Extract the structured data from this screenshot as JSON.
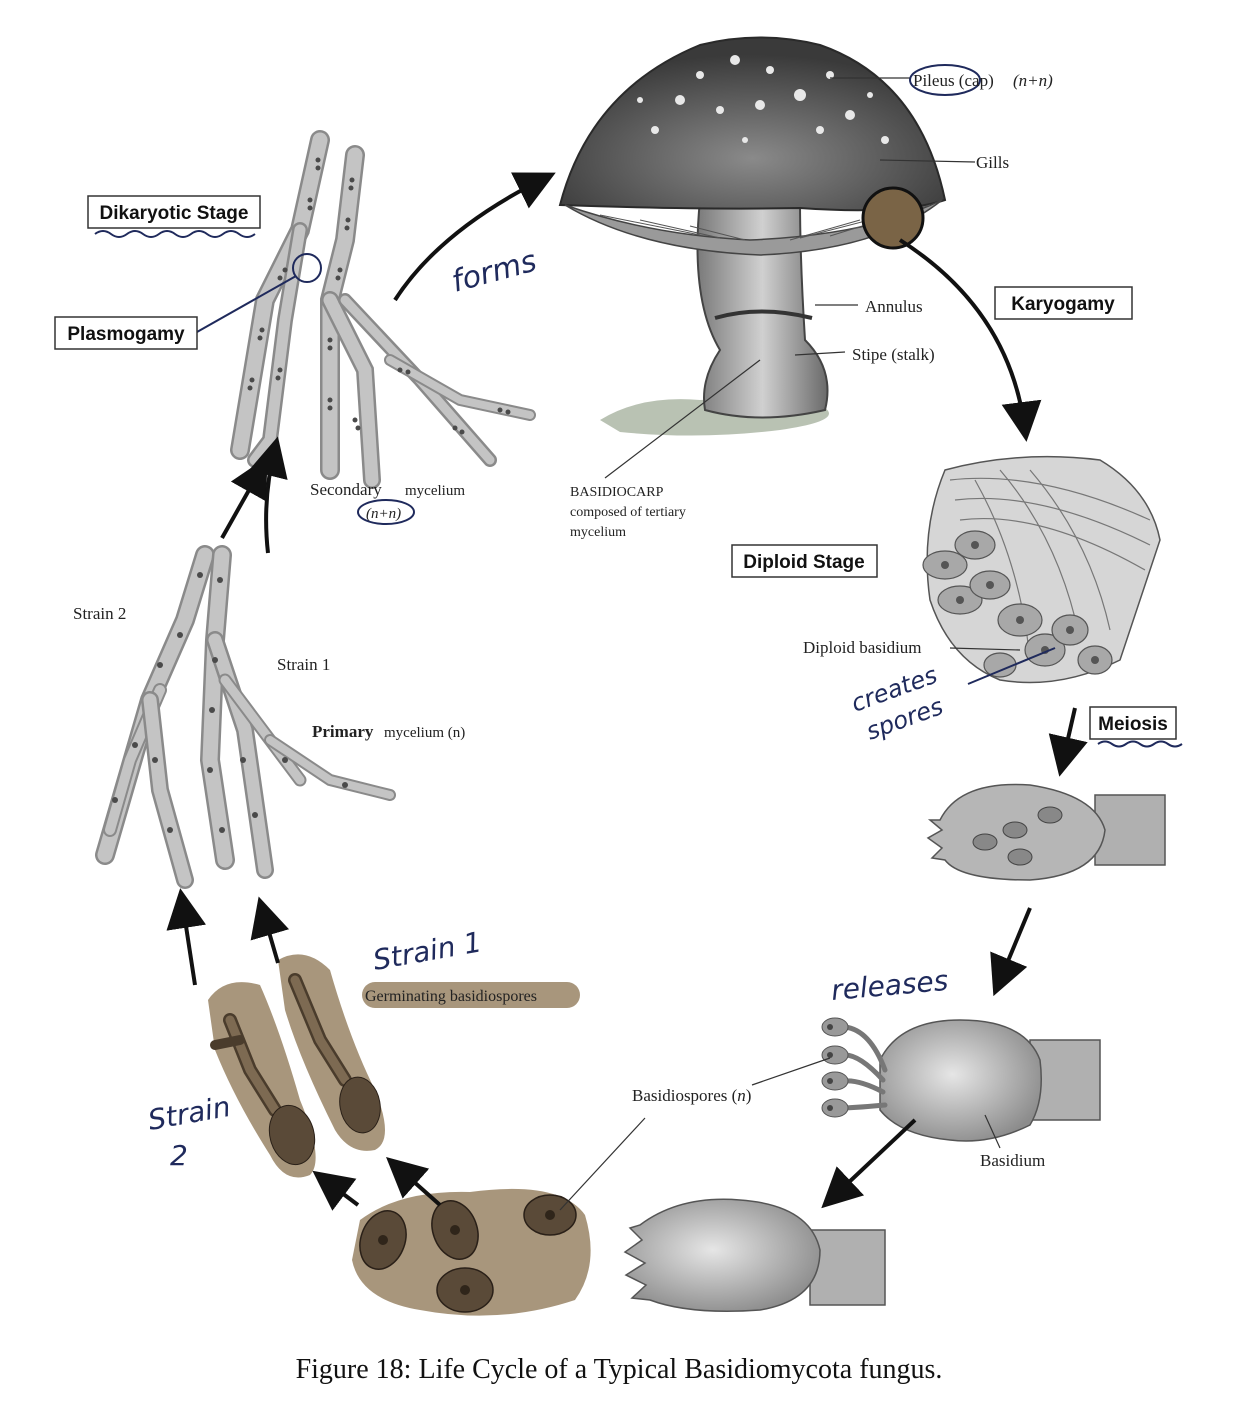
{
  "stages": {
    "dikaryotic": "Dikaryotic Stage",
    "plasmogamy": "Plasmogamy",
    "karyogamy": "Karyogamy",
    "diploid": "Diploid Stage",
    "meiosis": "Meiosis"
  },
  "labels": {
    "pileus": "Pileus (cap)",
    "pileus_ploidy": "(n+n)",
    "gills": "Gills",
    "annulus": "Annulus",
    "stipe": "Stipe (stalk)",
    "basidiocarp_1": "BASIDIOCARP",
    "basidiocarp_2": "composed of tertiary",
    "basidiocarp_3": "mycelium",
    "secondary": "Secondary",
    "secondary_mycelium": "mycelium",
    "secondary_ploidy": "(n+n)",
    "strain2": "Strain 2",
    "strain1": "Strain 1",
    "primary": "Primary",
    "primary_mycelium": "mycelium (n)",
    "diploid_basidium": "Diploid basidium",
    "germinating": "Germinating basidiospores",
    "basidiospores": "Basidiospores (",
    "basidiospores_n": "n",
    "basidiospores_close": ")",
    "basidium": "Basidium"
  },
  "handwritten": {
    "forms": "forms",
    "creates": "creates",
    "spores": "spores",
    "releases": "releases",
    "strain1": "Strain 1",
    "strain2_a": "Strain",
    "strain2_b": "2"
  },
  "caption": "Figure 18: Life Cycle of a Typical Basidiomycota fungus.",
  "colors": {
    "ink": "#1f2a5c",
    "highlight": "#8b7350",
    "hypha": "#9a9a9a",
    "nucleus": "#4a4a4a"
  }
}
